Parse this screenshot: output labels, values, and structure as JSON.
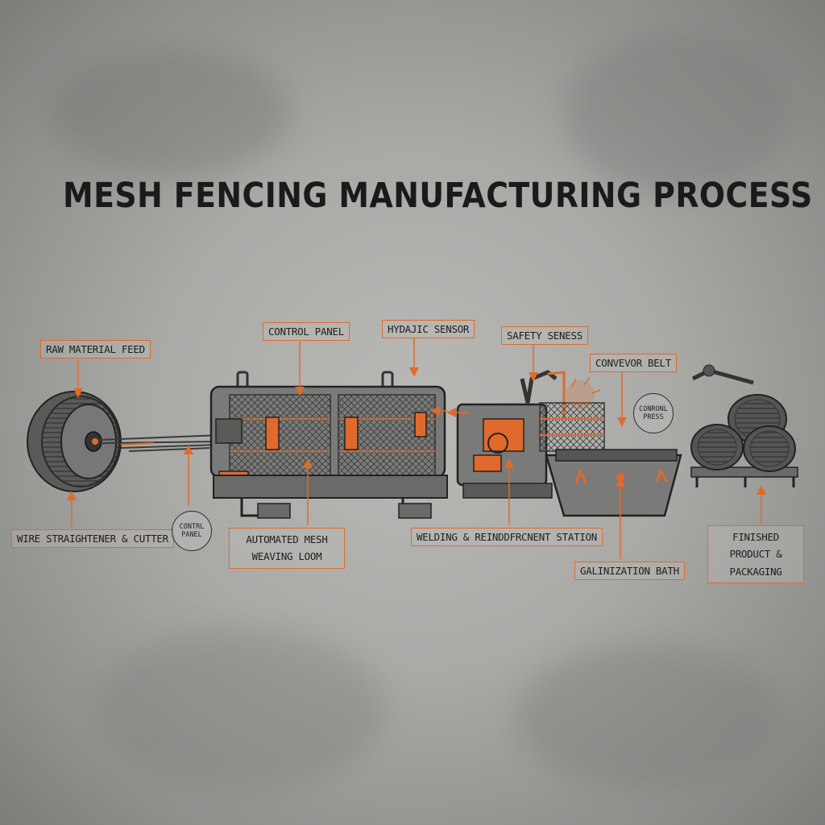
{
  "title": "MESH FENCING MANUFACTURING PROCESS",
  "labels": {
    "raw_material_feed": "RAW MATERIAL FEED",
    "control_panel": "CONTROL PANEL",
    "hydraulic_sensor": "HYDAJIC SENSOR",
    "safety_sensors": "SAFETY SENESS",
    "conveyor_belt": "CONVEVOR BELT",
    "control_press": "CONRONL PRESS",
    "wire_straightener": "WIRE STRAIGHTENER & CUTTER",
    "control_panel_small": "CONTRL PANEL",
    "mesh_loom": "AUTOMATED MESH WEAVING LOOM",
    "welding_station": "WELDING & REINDDFRCNENT STATION",
    "galvanization_bath": "GALINIZATION BATH",
    "finished_product": "FINISHED PRODUCT & PACKAGING"
  },
  "colors": {
    "accent": "#e06a2c",
    "machine_body": "#6f6f6d",
    "ink": "#1e1e1e",
    "background": "#a9a9a6"
  }
}
